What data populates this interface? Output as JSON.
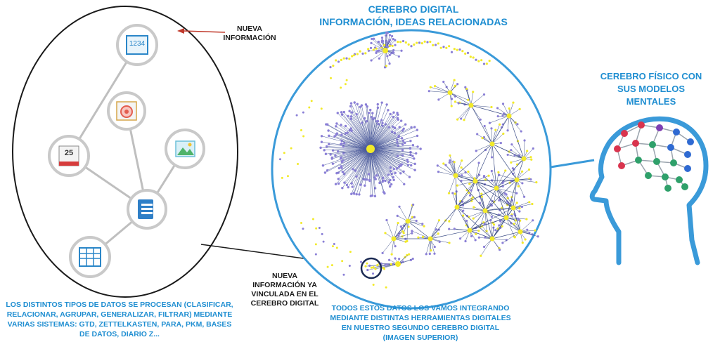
{
  "title": {
    "line1": "CEREBRO DIGITAL",
    "line2": "INFORMACIÓN, IDEAS RELACIONADAS"
  },
  "new_info_label": {
    "line1": "NUEVA",
    "line2": "INFORMACIÓN"
  },
  "linked_info_label": {
    "line1": "NUEVA",
    "line2": "INFORMACIÓN YA",
    "line3": "VINCULADA EN EL",
    "line4": "CEREBRO DIGITAL"
  },
  "brain_label": {
    "line1": "CEREBRO FÍSICO CON",
    "line2": "SUS MODELOS",
    "line3": "MENTALES"
  },
  "left_caption": {
    "line1": "LOS DISTINTOS TIPOS DE DATOS SE PROCESAN (CLASIFICAR,",
    "line2": "RELACIONAR, AGRUPAR, GENERALIZAR, FILTRAR) MEDIANTE",
    "line3": "VARIAS SISTEMAS: GTD, ZETTELKASTEN,  PARA, PKM,  BASES",
    "line4": "DE DATOS, DIARIO Z..."
  },
  "center_caption": {
    "line1": "TODOS ESTOS DATOS LOS VAMOS INTEGRANDO",
    "line2": "MEDIANTE DISTINTAS HERRAMIENTAS DIGITALES",
    "line3": "EN NUESTRO SEGUNDO CEREBRO DIGITAL",
    "line4": "(IMAGEN SUPERIOR)"
  },
  "icons": {
    "number_text": "1234",
    "calendar_day": "25"
  },
  "colors": {
    "accent_blue": "#1f8ed1",
    "node_purple": "#8a7fd6",
    "node_yellow": "#f2ea2a",
    "arrow_red": "#c0392b"
  }
}
